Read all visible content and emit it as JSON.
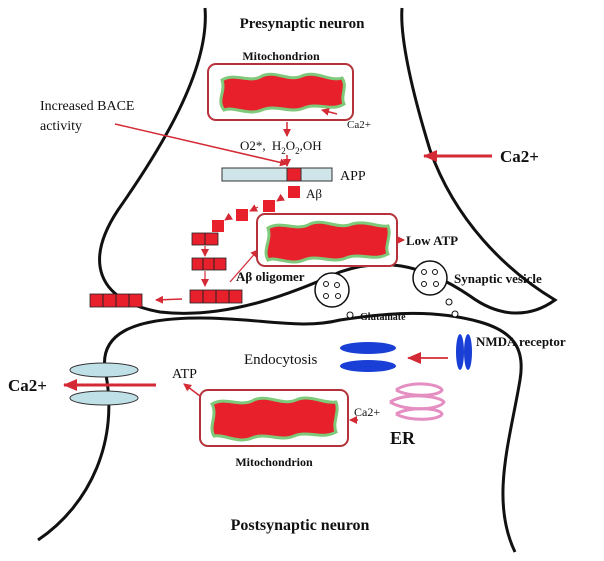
{
  "labels": {
    "presynaptic": "Presynaptic neuron",
    "postsynaptic": "Postsynaptic neuron",
    "mito_top": "Mitochondrion",
    "mito_bottom": "Mitochondrion",
    "ca_top_mito": "Ca2+",
    "ca_bottom_mito": "Ca2+",
    "ca_right": "Ca2+",
    "ca_left": "Ca2+",
    "increased_bace_line1": "Increased BACE",
    "increased_bace_line2": "activity",
    "ros_o2": "O2*,",
    "ros_h": "H",
    "ros_h_sub": "2",
    "ros_o": "O",
    "ros_o_sub": "2",
    "ros_oh": ",OH",
    "app": "APP",
    "abeta": "Aβ",
    "low_atp": "Low ATP",
    "abeta_oligomer": "Aβ oligomer",
    "synaptic_vesicle": "Synaptic vesicle",
    "glutamate": "Glutamate",
    "endocytosis": "Endocytosis",
    "nmda_receptor": "NMDA receptor",
    "atp": "ATP",
    "er": "ER"
  },
  "colors": {
    "accent_red": "#d42a35",
    "mito_fill": "#e8202c",
    "mito_edge": "#7ec97a",
    "mito_box": "#b5323a",
    "app_bar": "#cfe5ea",
    "receptor_blue": "#1a3fd6",
    "channel_teal": "#bfe0e6",
    "er_pink": "#e58ec1"
  }
}
